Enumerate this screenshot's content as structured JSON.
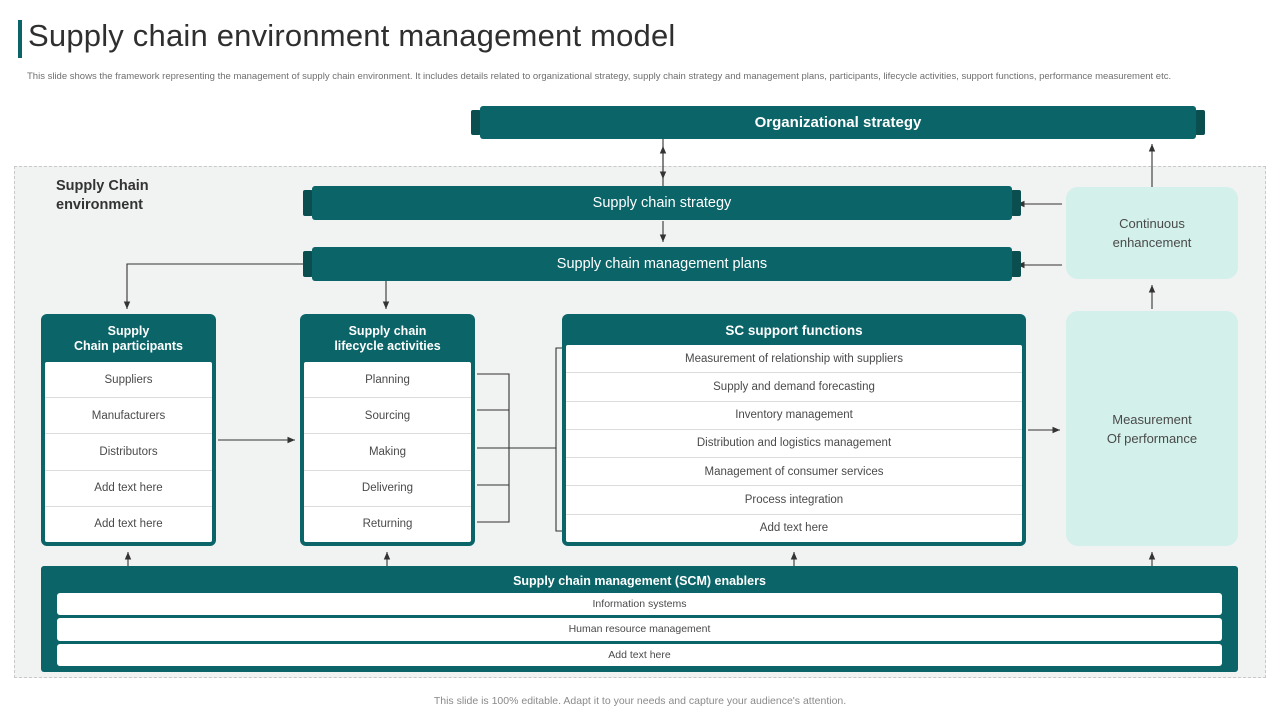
{
  "header": {
    "title": "Supply chain environment management model",
    "subtitle": "This slide shows the framework representing the management of supply chain environment. It includes details related to organizational strategy, supply chain strategy and management plans, participants, lifecycle activities, support functions, performance measurement etc."
  },
  "colors": {
    "teal": "#0b6468",
    "teal_dark": "#0a4e50",
    "soft_teal": "#d3f0ea",
    "panel_bg": "#f1f2f2",
    "panel_border": "#c9c9c9"
  },
  "environment": {
    "label": "Supply Chain\nenvironment",
    "label_line1": "Supply Chain",
    "label_line2": "environment"
  },
  "bars": {
    "organizational_strategy": "Organizational strategy",
    "supply_chain_strategy": "Supply chain strategy",
    "supply_chain_management_plans": "Supply chain management plans"
  },
  "cards": {
    "participants": {
      "title_line1": "Supply",
      "title_line2": "Chain participants",
      "rows": [
        "Suppliers",
        "Manufacturers",
        "Distributors",
        "Add text here",
        "Add text here"
      ]
    },
    "lifecycle": {
      "title_line1": "Supply chain",
      "title_line2": "lifecycle activities",
      "rows": [
        "Planning",
        "Sourcing",
        "Making",
        "Delivering",
        "Returning"
      ]
    },
    "support": {
      "title": "SC support functions",
      "rows": [
        "Measurement of relationship with suppliers",
        "Supply and demand forecasting",
        "Inventory  management",
        "Distribution and logistics management",
        "Management of consumer services",
        "Process integration",
        "Add text here"
      ]
    }
  },
  "soft_boxes": {
    "continuous": {
      "line1": "Continuous",
      "line2": "enhancement"
    },
    "measurement": {
      "line1": "Measurement",
      "line2": "Of performance"
    }
  },
  "enablers": {
    "title": "Supply chain management (SCM) enablers",
    "rows": [
      "Information systems",
      "Human resource management",
      "Add text here"
    ]
  },
  "footer": {
    "note": "This slide is 100% editable. Adapt it to your needs and capture your audience's attention."
  }
}
